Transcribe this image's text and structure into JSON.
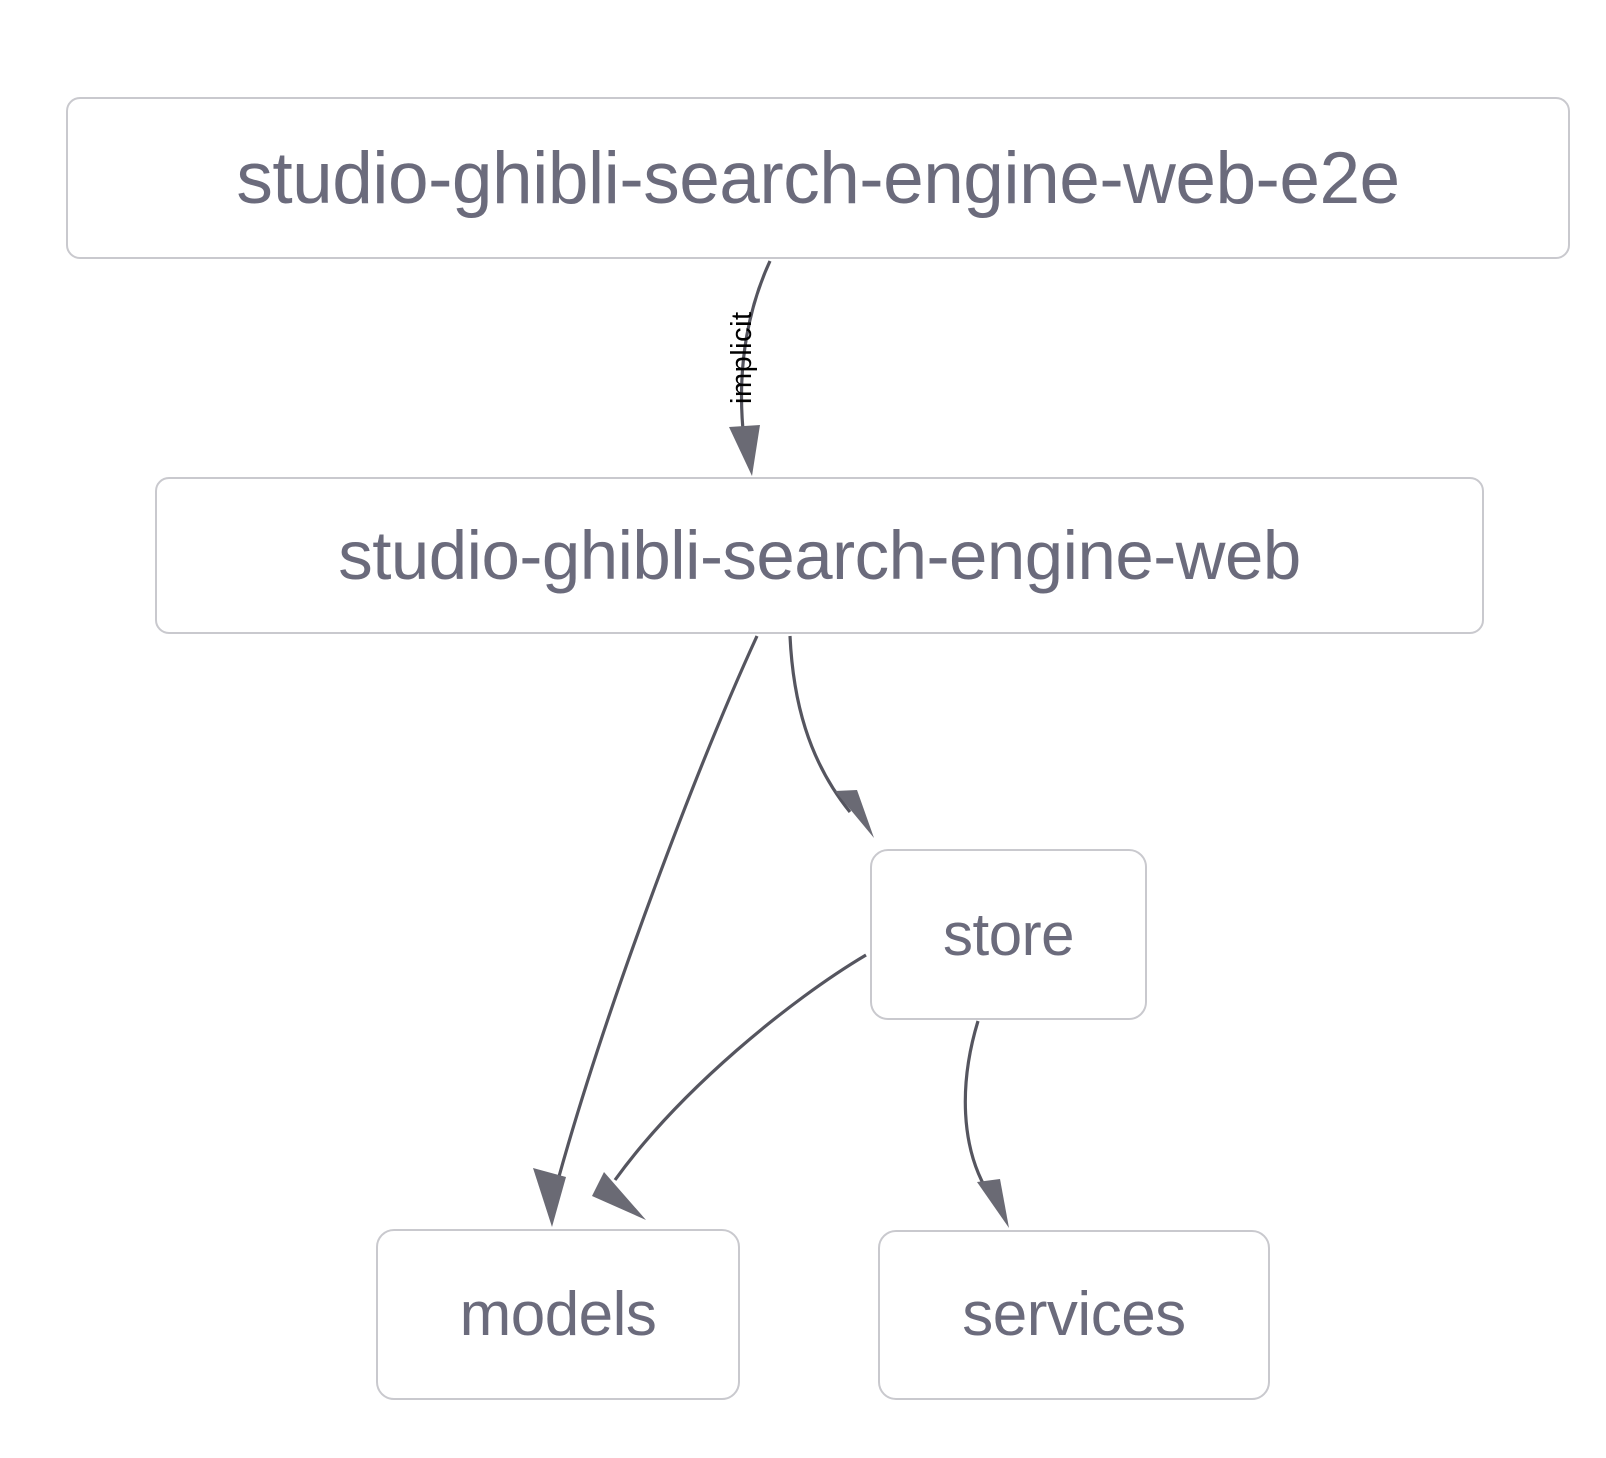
{
  "diagram": {
    "type": "dependency-graph",
    "background_color": "#ffffff",
    "node_border_color": "#c9c9ce",
    "node_fill_color": "#ffffff",
    "node_text_color": "#6b6b7c",
    "edge_color": "#55555f",
    "arrow_color": "#6a6a74",
    "edge_label_color": "#000000",
    "nodes": [
      {
        "id": "studio-ghibli-search-engine-web-e2e",
        "label": "studio-ghibli-search-engine-web-e2e"
      },
      {
        "id": "studio-ghibli-search-engine-web",
        "label": "studio-ghibli-search-engine-web"
      },
      {
        "id": "store",
        "label": "store"
      },
      {
        "id": "models",
        "label": "models"
      },
      {
        "id": "services",
        "label": "services"
      }
    ],
    "edges": [
      {
        "from": "studio-ghibli-search-engine-web-e2e",
        "to": "studio-ghibli-search-engine-web",
        "label": "implicit"
      },
      {
        "from": "studio-ghibli-search-engine-web",
        "to": "models",
        "label": ""
      },
      {
        "from": "studio-ghibli-search-engine-web",
        "to": "store",
        "label": ""
      },
      {
        "from": "store",
        "to": "models",
        "label": ""
      },
      {
        "from": "store",
        "to": "services",
        "label": ""
      }
    ]
  }
}
